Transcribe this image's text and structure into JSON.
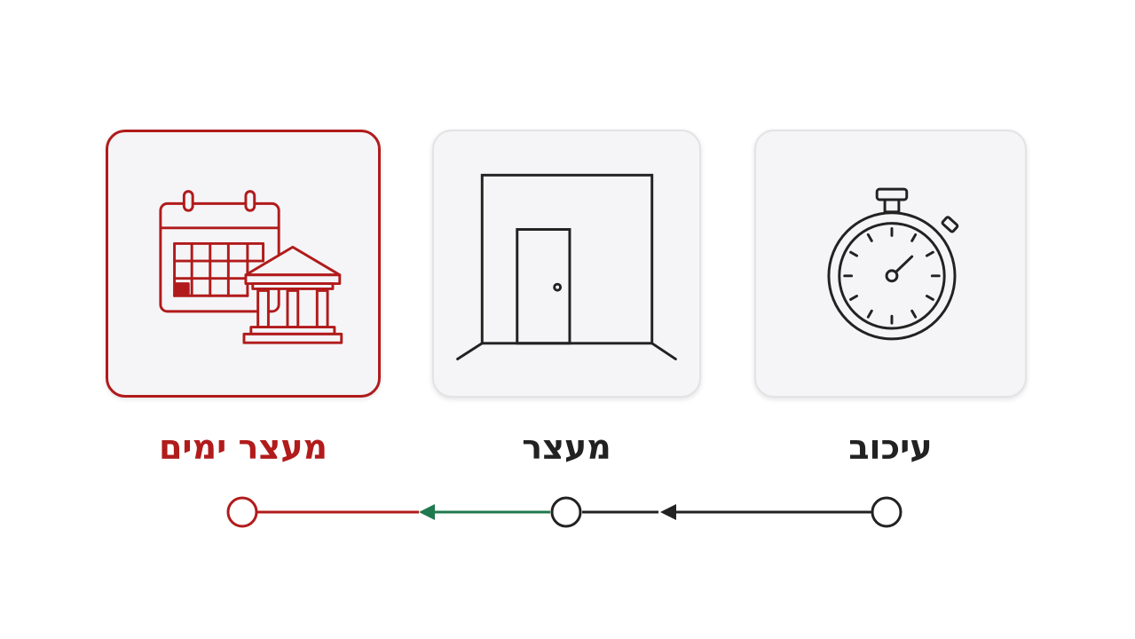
{
  "stages": [
    {
      "id": "stage-delay",
      "label": "עיכוב",
      "icon": "stopwatch-icon",
      "color": "#222222"
    },
    {
      "id": "stage-arrest",
      "label": "מעצר",
      "icon": "room-door-icon",
      "color": "#222222"
    },
    {
      "id": "stage-detention-days",
      "label": "מעצר ימים",
      "icon": "calendar-courthouse-icon",
      "color": "#b11b1b"
    }
  ],
  "colors": {
    "accent": "#b11b1b",
    "arrow_green": "#1f7a4f",
    "line_dark": "#222222",
    "card_bg": "#f5f5f7"
  }
}
